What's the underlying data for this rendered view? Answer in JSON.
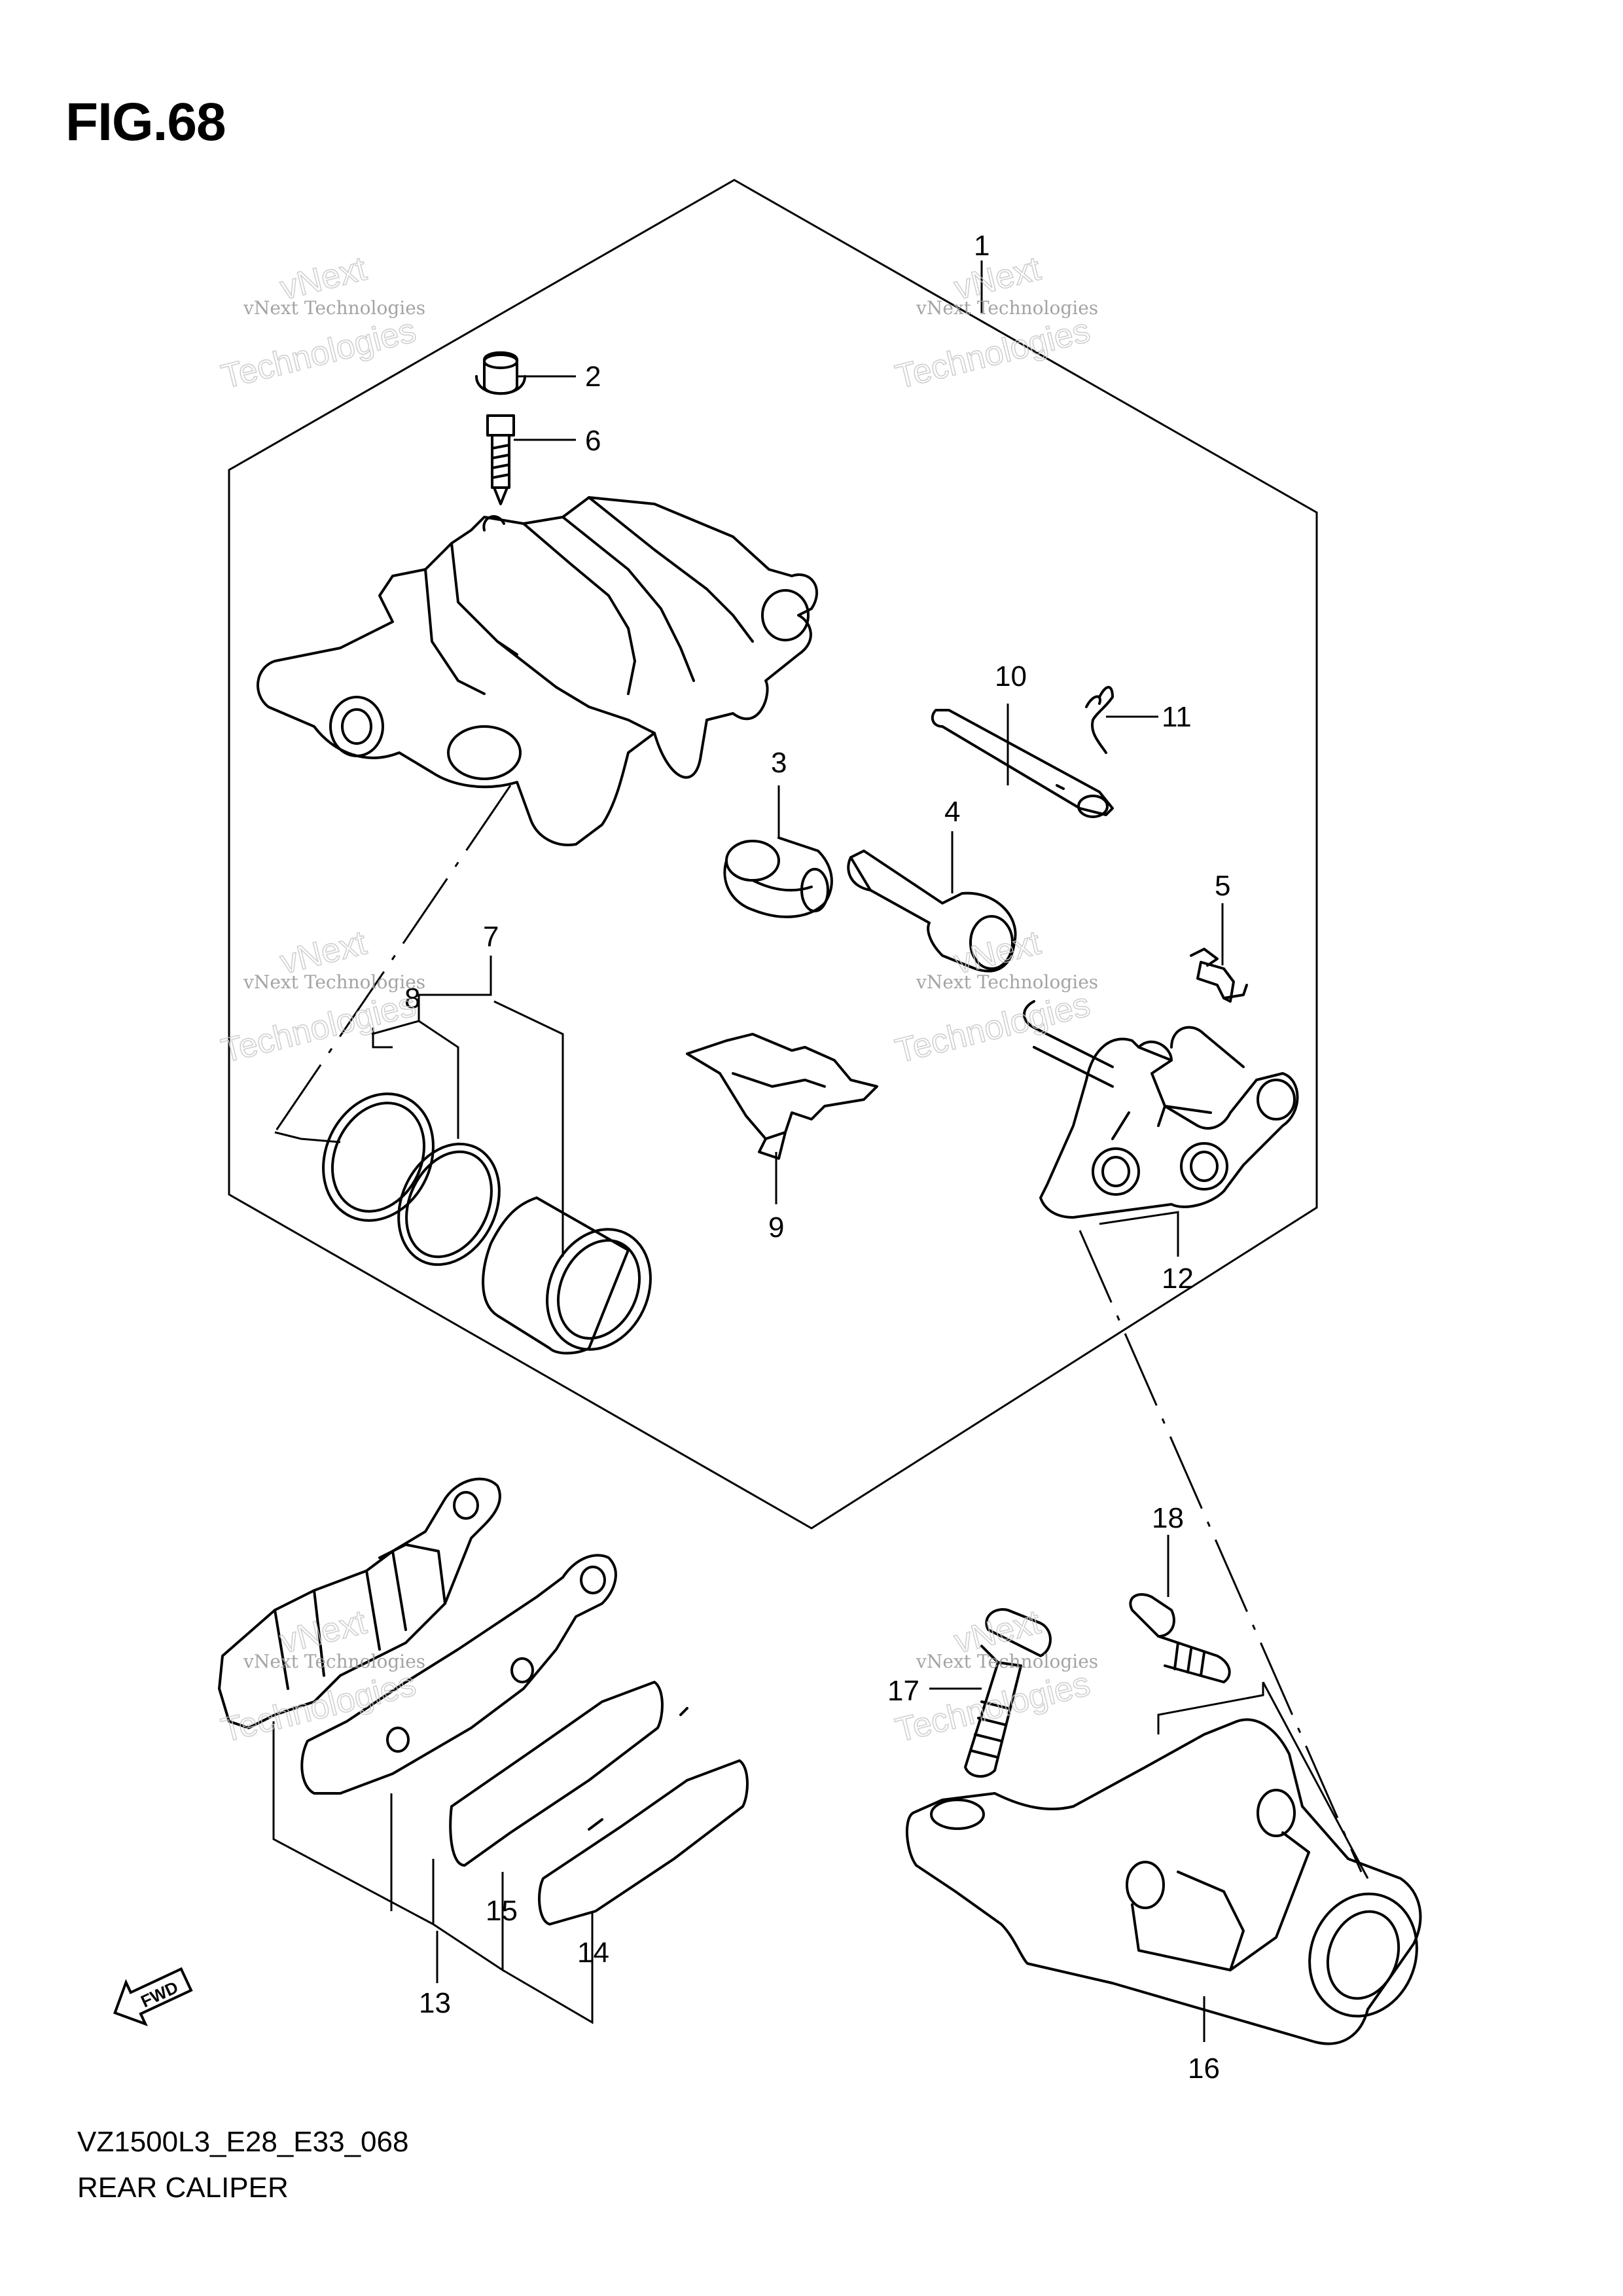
{
  "figure": {
    "title": "FIG.68",
    "model_code": "VZ1500L3_E28_E33_068",
    "name": "REAR CALIPER"
  },
  "direction_badge": "FWD",
  "watermark": {
    "line1": "vNext Technologies",
    "line2": "vNext",
    "line3": "Technologies"
  },
  "callouts": [
    "1",
    "2",
    "3",
    "4",
    "5",
    "6",
    "7",
    "8",
    "9",
    "10",
    "11",
    "12",
    "13",
    "14",
    "15",
    "16",
    "17",
    "18"
  ],
  "colors": {
    "ink": "#000000",
    "watermark": "#9a9a9a"
  }
}
